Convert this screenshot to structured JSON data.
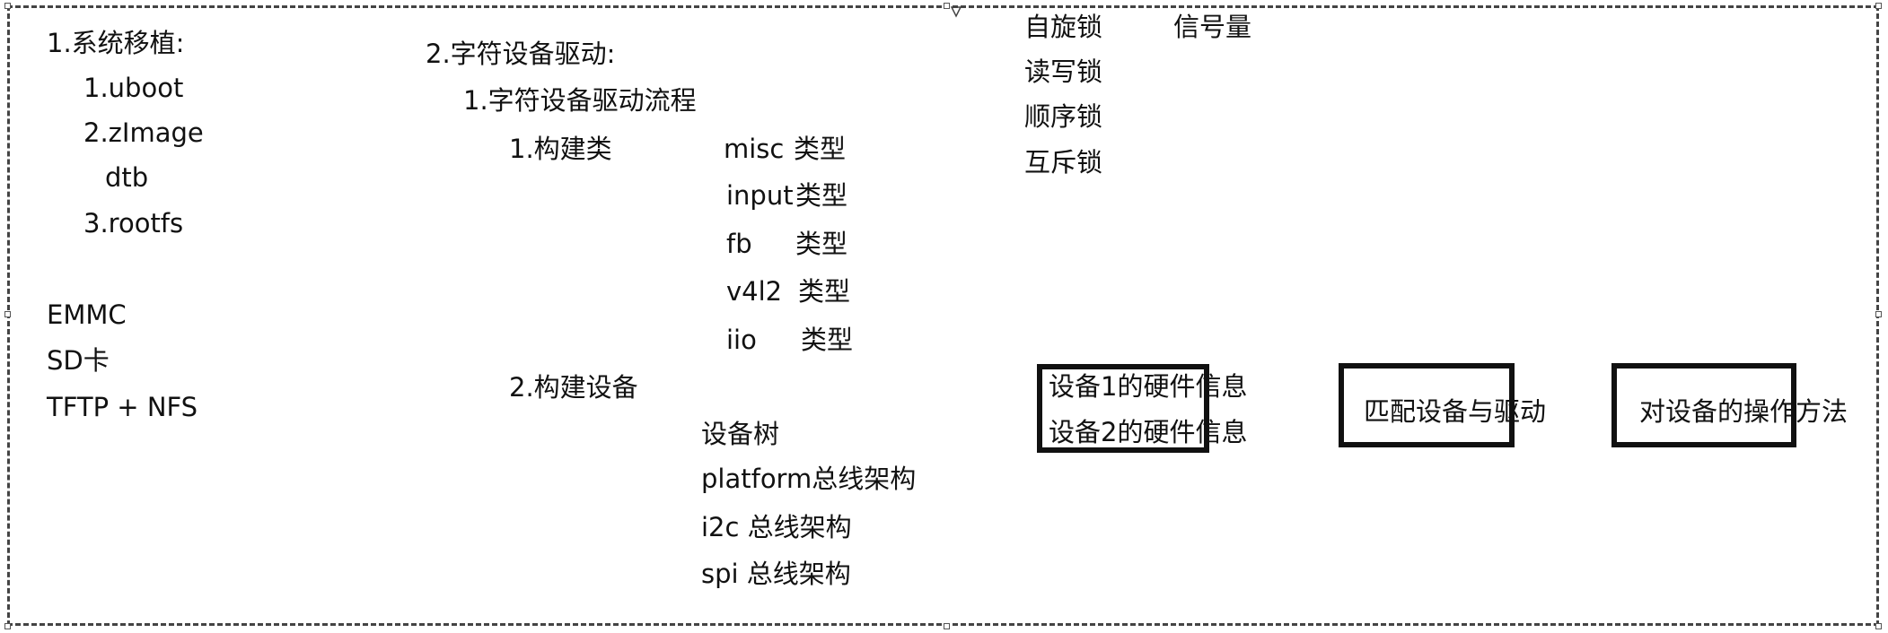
{
  "col1": {
    "heading": "1.系统移植:",
    "items": [
      "1.uboot",
      "2.zImage",
      "dtb",
      "3.rootfs"
    ],
    "storage": [
      "EMMC",
      "SD卡",
      "TFTP + NFS"
    ]
  },
  "col2": {
    "heading": "2.字符设备驱动:",
    "flow": "1.字符设备驱动流程",
    "build_class": "1.构建类",
    "class_types": [
      {
        "name": "misc",
        "type": "类型"
      },
      {
        "name": "input",
        "type": "类型"
      },
      {
        "name": "fb",
        "type": "类型"
      },
      {
        "name": "v4l2",
        "type": "类型"
      },
      {
        "name": "iio",
        "type": "类型"
      }
    ],
    "build_device": "2.构建设备",
    "device_items": [
      "设备树",
      "platform总线架构",
      "i2c 总线架构",
      "spi 总线架构"
    ]
  },
  "locks": {
    "items": [
      "自旋锁",
      "读写锁",
      "顺序锁",
      "互斥锁"
    ],
    "semaphore": "信号量"
  },
  "boxes": {
    "hw1": "设备1的硬件信息",
    "hw2": "设备2的硬件信息",
    "match": "匹配设备与驱动",
    "ops": "对设备的操作方法"
  }
}
